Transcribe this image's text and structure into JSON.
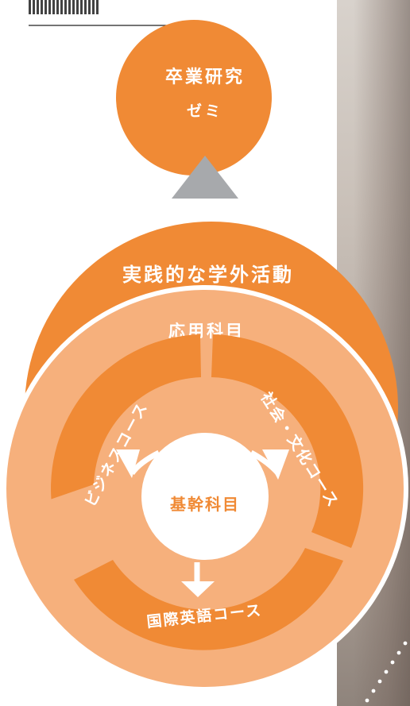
{
  "colors": {
    "orange": "#f08a35",
    "light_orange": "#f6b07c",
    "white": "#ffffff",
    "gray_triangle": "#a7a9ac"
  },
  "top_circle": {
    "line1": "卒業研究",
    "line2": "ゼミ"
  },
  "outer_label": "実践的な学外活動",
  "ring_label": "応用科目",
  "core_label": "基幹科目",
  "segments": {
    "business": "ビジネスコース",
    "society": "社会・文化コース",
    "english": "国際英語コース"
  }
}
